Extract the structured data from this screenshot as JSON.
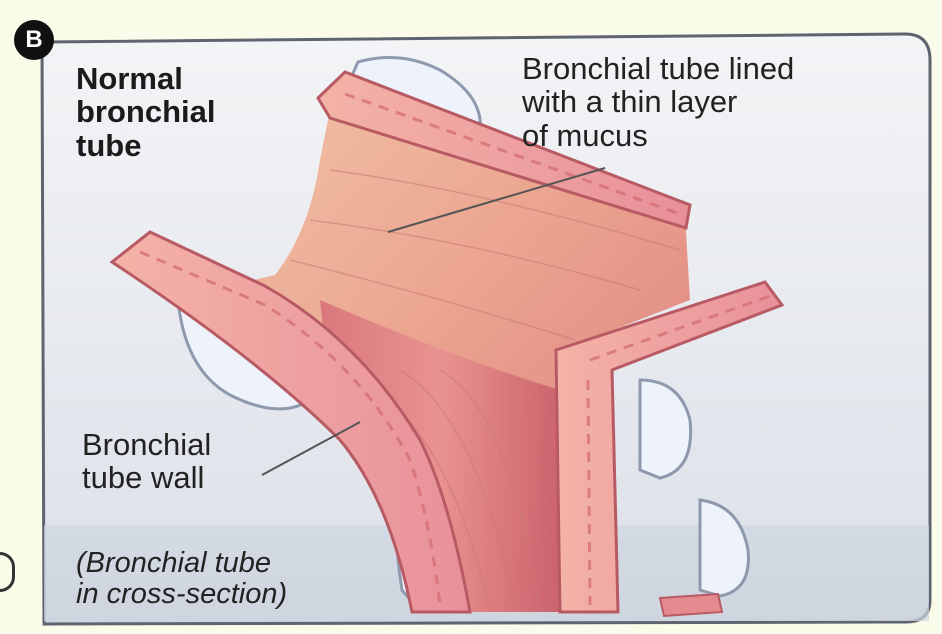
{
  "panel_letter": "B",
  "labels": {
    "normal_tube": "Normal\nbronchial\ntube",
    "lined_tube": "Bronchial tube lined\nwith a thin layer\nof mucus",
    "tube_wall": "Bronchial\ntube wall",
    "cross_section": "(Bronchial tube\n in cross-section)"
  },
  "colors": {
    "page_background": "#fbfbe9",
    "panel_background": "#e6e9ee",
    "panel_border": "#5e6470",
    "tissue_light": "#f3b9a8",
    "tissue_mid": "#e79a88",
    "tissue_dark": "#c9616b",
    "wall_edge": "#c05c63",
    "lung_tissue": "#eef3fb",
    "leader_line": "#555555"
  }
}
